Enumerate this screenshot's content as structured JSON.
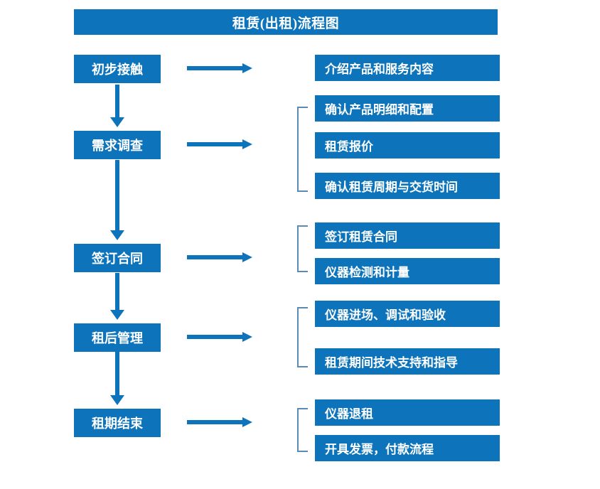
{
  "title": "租赁(出租)流程图",
  "colors": {
    "box_fill": "#0d74bc",
    "box_text": "#ffffff",
    "arrow": "#0d74bc",
    "bracket": "#5b8ab5",
    "background": "#ffffff"
  },
  "stages": [
    {
      "label": "初步接触"
    },
    {
      "label": "需求调查"
    },
    {
      "label": "签订合同"
    },
    {
      "label": "租后管理"
    },
    {
      "label": "租期结束"
    }
  ],
  "details": [
    {
      "label": "介绍产品和服务内容"
    },
    {
      "label": "确认产品明细和配置"
    },
    {
      "label": "租赁报价"
    },
    {
      "label": "确认租赁周期与交货时间"
    },
    {
      "label": "签订租赁合同"
    },
    {
      "label": "仪器检测和计量"
    },
    {
      "label": "仪器进场、调试和验收"
    },
    {
      "label": "租赁期间技术支持和指导"
    },
    {
      "label": "仪器退租"
    },
    {
      "label": "开具发票，付款流程"
    }
  ],
  "arrows": {
    "horizontal_count": 5,
    "vertical_count": 4
  },
  "brackets": {
    "count": 4
  }
}
